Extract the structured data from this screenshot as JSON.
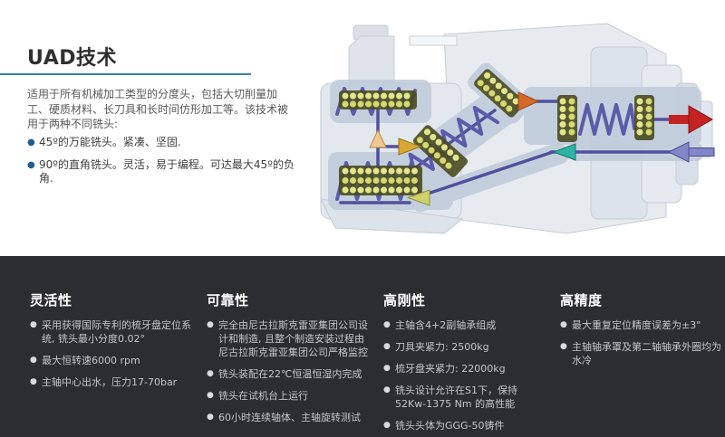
{
  "page": {
    "title": "UAD技术",
    "intro": "适用于所有机械加工类型的分度头，包括大切削量加工、硬质材料、长刀具和长时间仿形加工等。该技术被用于两种不同铣头:",
    "intro_bullets": [
      "45º的万能铣头。紧凑、坚固.",
      "90º的直角铣头。灵活，易于编程。可达最大45º的负角."
    ]
  },
  "features": {
    "columns": [
      {
        "title": "灵活性",
        "items": [
          "采用获得国际专利的梳牙盘定位系统, 铣头最小分度0.02°",
          "最大恒转速6000 rpm",
          "主轴中心出水，压力17-70bar"
        ]
      },
      {
        "title": "可靠性",
        "items": [
          "完全由尼古拉斯克雷亚集团公司设计和制造, 且整个制造安装过程由尼古拉斯克雷亚集团公司严格监控",
          "铣头装配在22℃恒温恒湿内完成",
          "铣头在试机台上运行",
          "60小时连续轴体、主轴旋转测试"
        ]
      },
      {
        "title": "高刚性",
        "items": [
          "主轴含4+2副轴承组成",
          "刀具夹紧力: 2500kg",
          "梳牙盘夹紧力: 22000kg",
          "铣头设计允许在S1下，保持 52Kw-1375 Nm 的高性能",
          "铣头头体为GGG-50铸件"
        ]
      },
      {
        "title": "高精度",
        "items": [
          "最大重复定位精度误差为±3\"",
          "主轴轴承罩及第二轴轴承外圈均为水冷"
        ]
      }
    ]
  },
  "diagram": {
    "description": "UAD铣头内部传动剖视图",
    "elements": [
      "spring",
      "gear-coupling",
      "drive-shaft",
      "output-arrow",
      "return-arrow"
    ]
  },
  "colors": {
    "accent_blue": "#3583b5",
    "dark_panel_bg": "#2b2e30",
    "title_text": "#2f2f2f",
    "body_text": "#58595b",
    "intro_bullet_dot": "#1d5e94",
    "panel_heading": "#ffffff",
    "panel_text": "#c4c7c9",
    "diagram_spring_purple": "#5b5bab",
    "diagram_gear_yellow": "#e3e68c",
    "diagram_arrow_red": "#c32322",
    "diagram_arrow_blue": "#8187c6",
    "diagram_arrow_teal": "#2db4a4",
    "diagram_arrow_orange": "#d4682a",
    "diagram_arrow_gold": "#d9a733",
    "diagram_arrow_tan": "#eec792",
    "diagram_arrow_olive": "#ced26c"
  }
}
